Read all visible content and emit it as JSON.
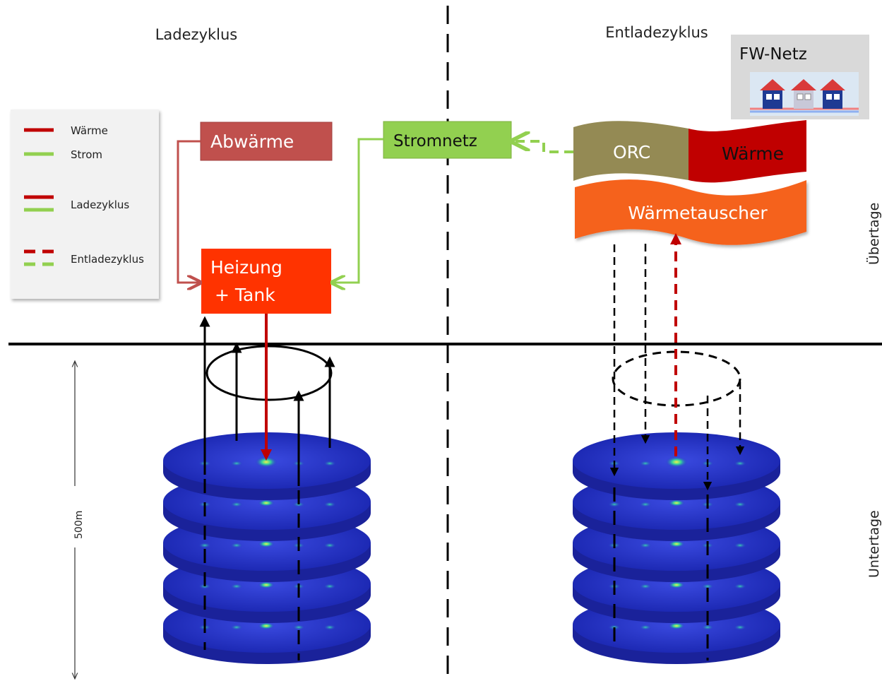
{
  "headers": {
    "charge": "Ladezyklus",
    "discharge": "Entladezyklus"
  },
  "legend": {
    "items": [
      {
        "label": "Wärme",
        "kind": "solid-heat"
      },
      {
        "label": "Strom",
        "kind": "solid-power"
      },
      {
        "label": "Ladezyklus",
        "kind": "solid-pair"
      },
      {
        "label": "Entladezyklus",
        "kind": "dashed-pair"
      }
    ]
  },
  "boxes": {
    "abwaerme": "Abwärme",
    "stromnetz": "Stromnetz",
    "heizung_line1": "Heizung",
    "heizung_line2": "+ Tank",
    "orc": "ORC",
    "waerme": "Wärme",
    "waermetauscher": "Wärmetauscher",
    "fw_netz": "FW-Netz"
  },
  "side_labels": {
    "above": "Übertage",
    "below": "Untertage"
  },
  "depth": "500m",
  "colors": {
    "heat": "#c00000",
    "power": "#92d050",
    "abwaerme_fill": "#c0504d",
    "heizung_fill": "#ff3300",
    "stromnetz_fill": "#92d050",
    "orc_fill": "#948a54",
    "waerme_fill": "#c00000",
    "waermetauscher_fill": "#f5621e",
    "disk_blue": "#2330c8",
    "fw_panel": "#d9d9d9"
  }
}
